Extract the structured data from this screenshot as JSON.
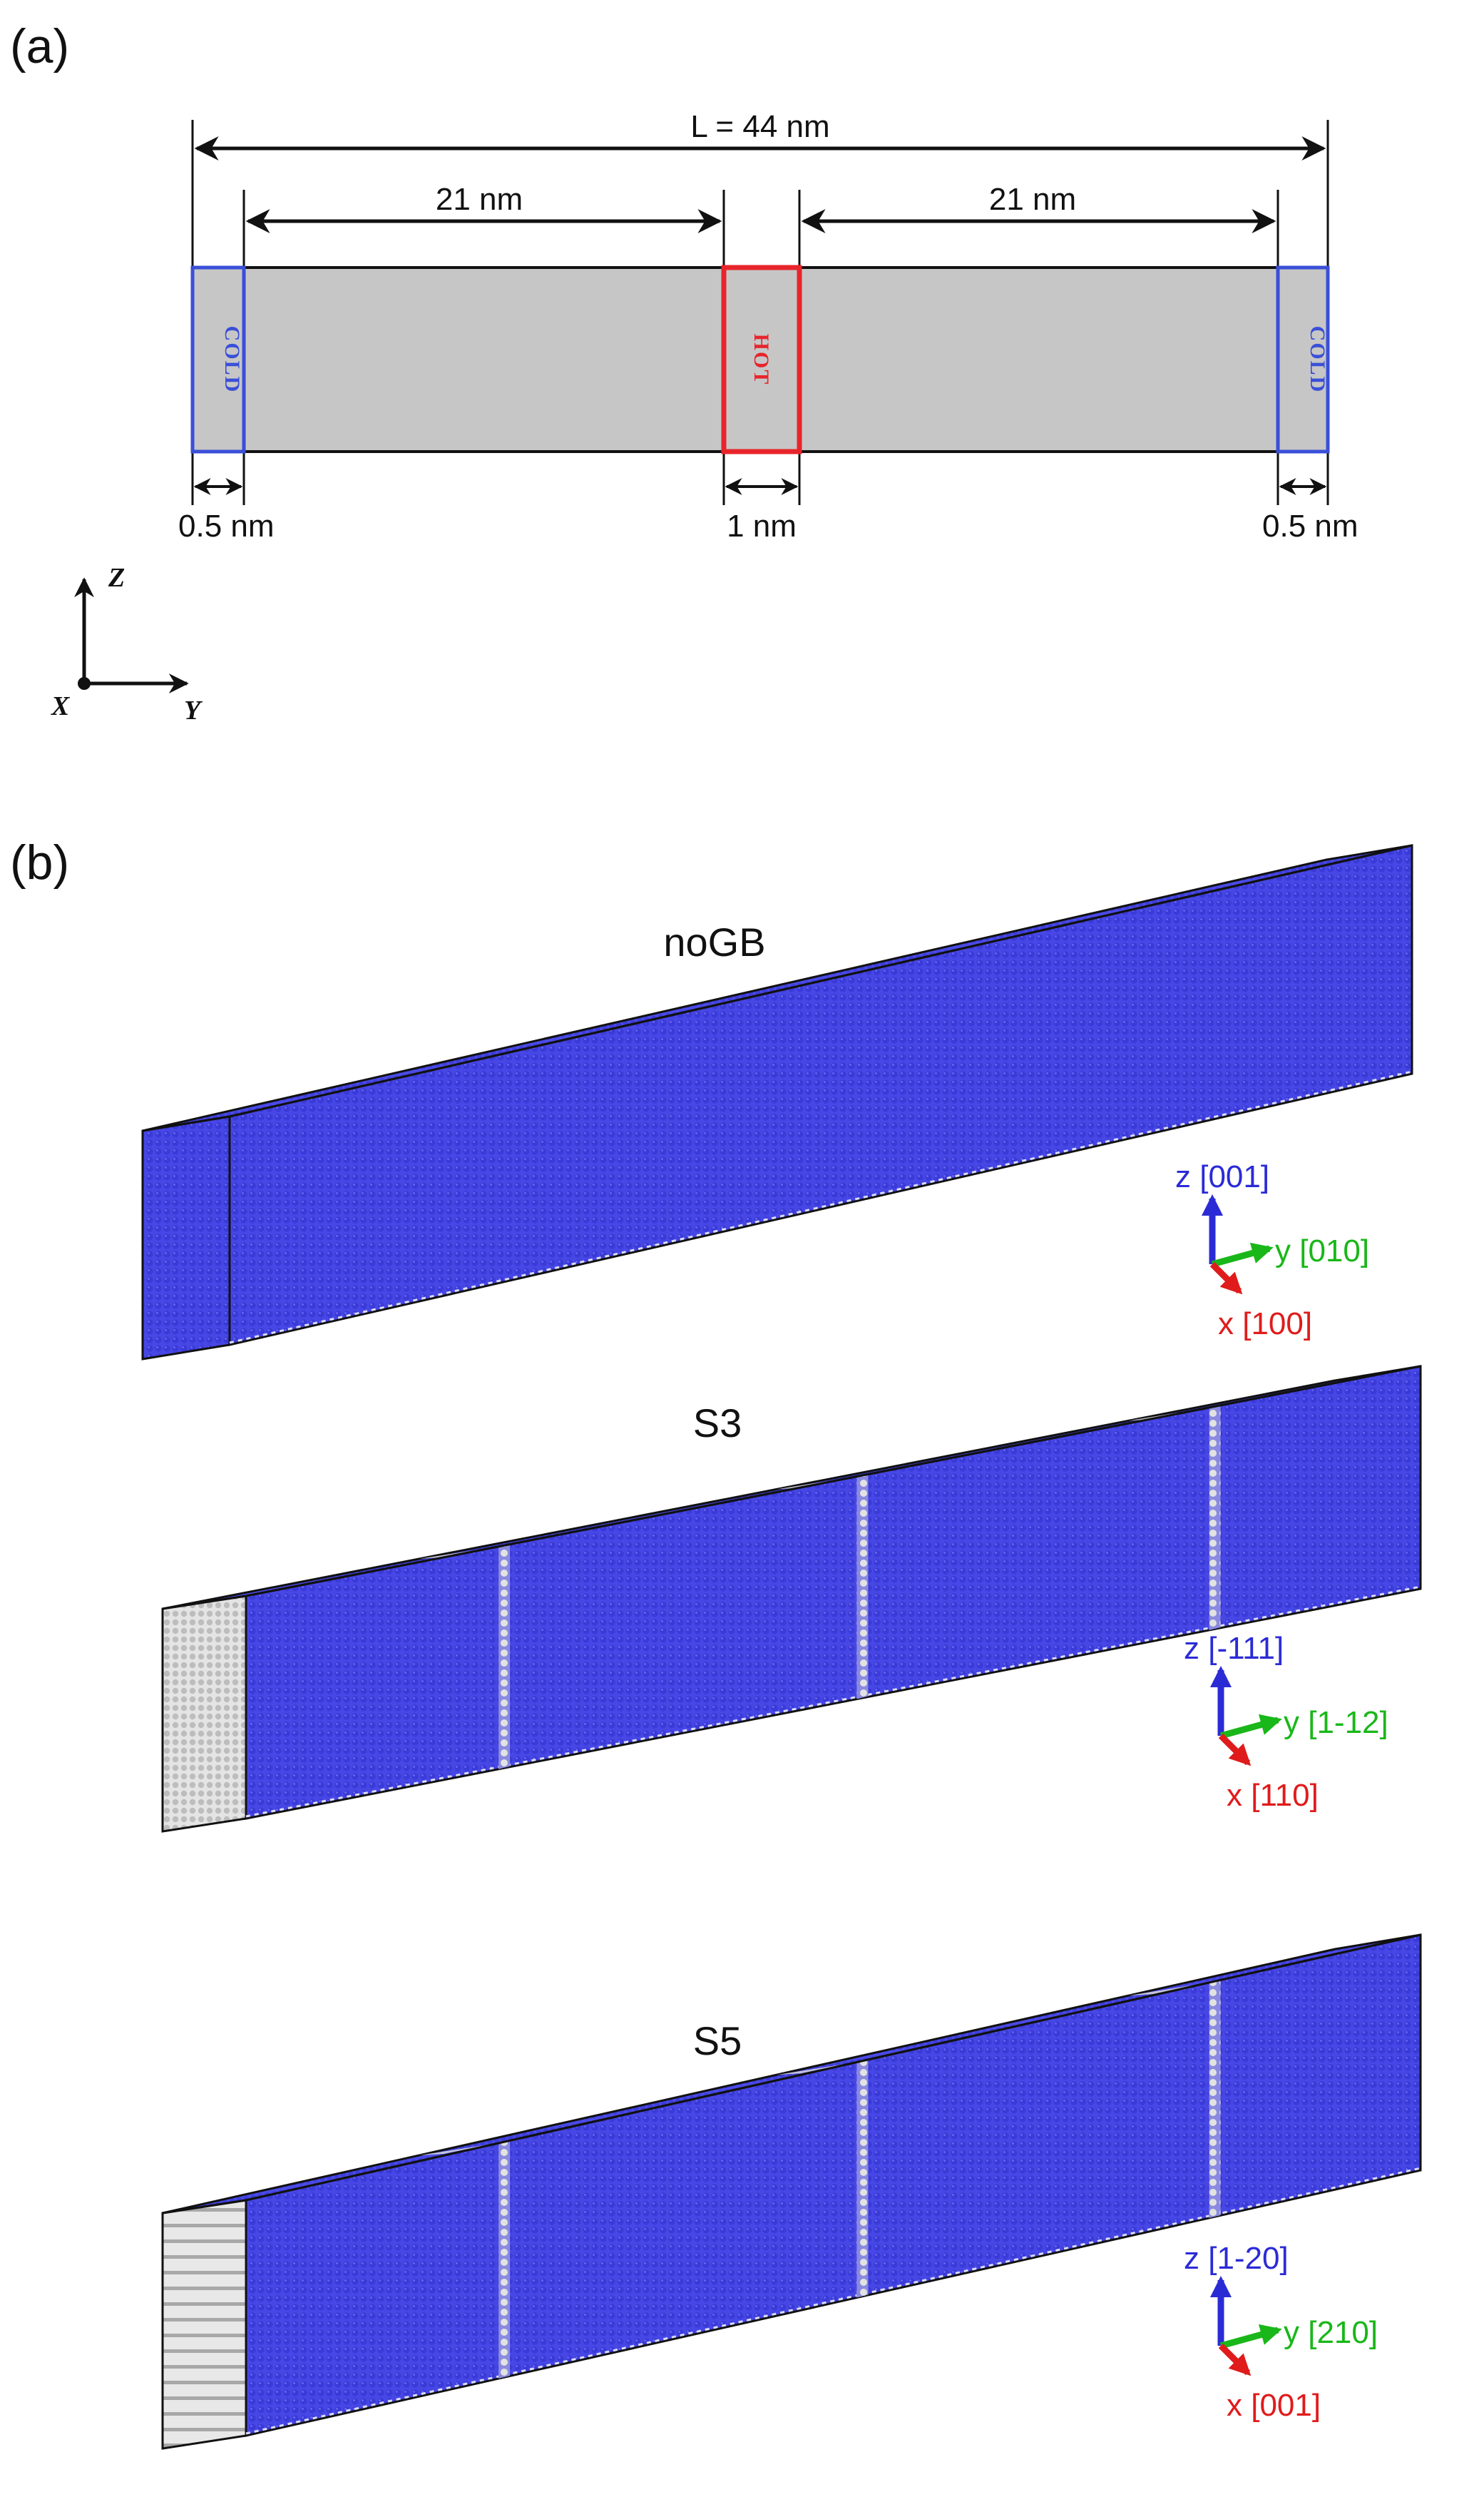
{
  "figure": {
    "panel_a": "(a)",
    "panel_b": "(b)"
  },
  "schematic": {
    "length_label": "L = 44 nm",
    "left_span": "21 nm",
    "right_span": "21 nm",
    "left_cold_width": "0.5 nm",
    "hot_width": "1 nm",
    "right_cold_width": "0.5 nm",
    "cold_tag": "COLD",
    "hot_tag": "HOT",
    "axis_z": "Z",
    "axis_x": "X",
    "axis_y": "Y",
    "colors": {
      "body_fill": "#c6c6c6",
      "cold_outline": "#3a4fd8",
      "hot_outline": "#e8242b",
      "outline": "#111111"
    }
  },
  "structures": [
    {
      "name": "noGB",
      "triad": {
        "z": "z [001]",
        "y": "y [010]",
        "x": "x [100]"
      }
    },
    {
      "name": "S3",
      "triad": {
        "z": "z [-111]",
        "y": "y [1-12]",
        "x": "x [110]"
      }
    },
    {
      "name": "S5",
      "triad": {
        "z": "z [1-20]",
        "y": "y [210]",
        "x": "x [001]"
      }
    }
  ],
  "colors": {
    "atoms": "#4747e6",
    "grain_boundary": "#d9d9d9",
    "triad_z": "#2b2bd6",
    "triad_y": "#19b719",
    "triad_x": "#e01b1b"
  }
}
